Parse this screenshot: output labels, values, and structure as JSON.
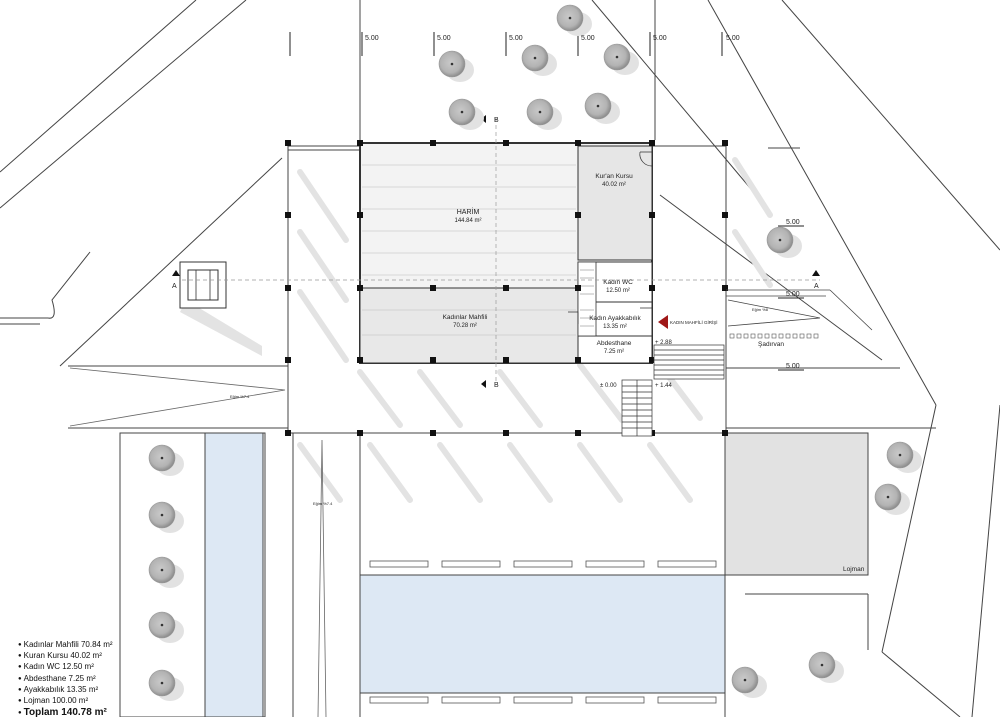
{
  "plan": {
    "dimensions": [
      "5.00",
      "5.00",
      "5.00",
      "5.00",
      "5.00",
      "5.00"
    ],
    "right_dimensions": [
      "5.00",
      "5.00",
      "5.00"
    ],
    "rooms": {
      "harim_name": "HARİM",
      "harim_area": "144.84 m²",
      "kuran_name": "Kur'an Kursu",
      "kuran_area": "40.02 m²",
      "kadinlar_name": "Kadınlar Mahfili",
      "kadinlar_area": "70.28 m²",
      "wc_name": "Kadın WC",
      "wc_area": "12.50 m²",
      "ayakkabilik_name": "Kadın Ayakkabılık",
      "ayakkabilik_area": "13.35 m²",
      "abdesthane_name": "Abdesthane",
      "abdesthane_area": "7.25 m²",
      "lojman": "Lojman",
      "sadirvan": "Şadırvan"
    },
    "entrance_label": "KADIN MAHFİLİ GİRİŞİ",
    "levels": {
      "l1": "+ 2.88",
      "l2": "± 0.00",
      "l3": "+ 1.44"
    },
    "slopes": {
      "s1": "Eğim %7.4",
      "s2": "Eğim %7.4",
      "s3": "Eğim %8"
    },
    "section_marks": {
      "a": "A",
      "b": "B"
    },
    "accent_color": "#a01818"
  },
  "legend": {
    "items": [
      "Kadınlar Mahfili  70.84 m²",
      "Kuran Kursu 40.02 m²",
      "Kadın WC 12.50 m²",
      "Abdesthane 7.25 m²",
      "Ayakkabılık 13.35 m²",
      "Lojman 100.00 m²"
    ],
    "total": "Toplam 140.78 m²"
  }
}
